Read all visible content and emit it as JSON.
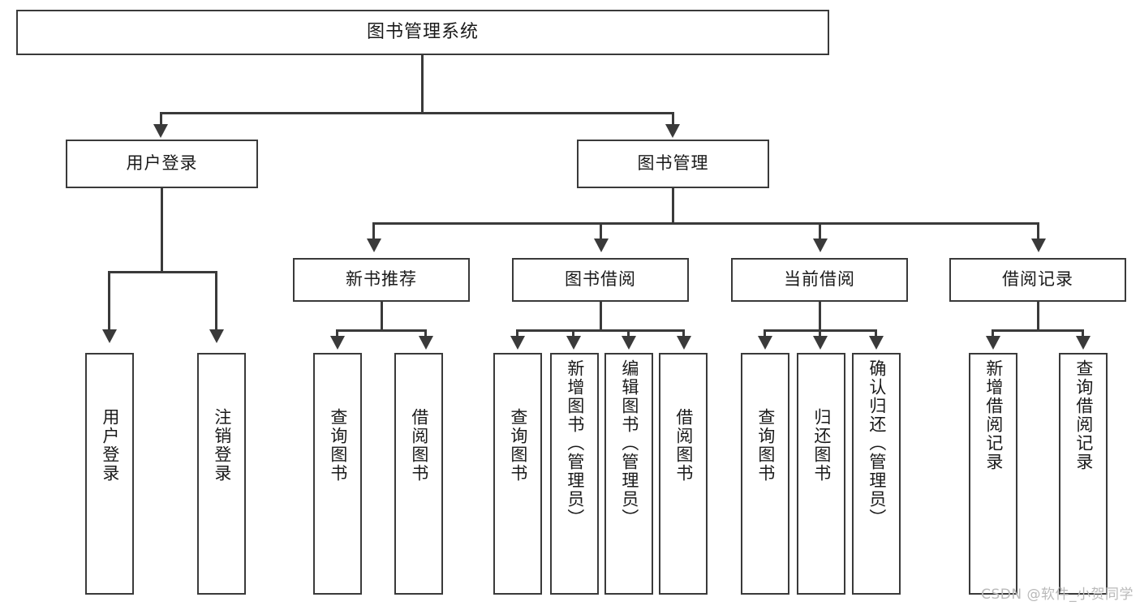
{
  "diagram": {
    "title": "图书管理系统",
    "watermark": "CSDN @软件_小贺同学",
    "root": {
      "label": "图书管理系统"
    },
    "level2": [
      {
        "label": "用户登录"
      },
      {
        "label": "图书管理"
      }
    ],
    "level3": [
      {
        "label": "新书推荐"
      },
      {
        "label": "图书借阅"
      },
      {
        "label": "当前借阅"
      },
      {
        "label": "借阅记录"
      }
    ],
    "leaves": {
      "user_login": [
        {
          "label": "用户登录"
        },
        {
          "label": "注销登录"
        }
      ],
      "new_book": [
        {
          "label": "查询图书"
        },
        {
          "label": "借阅图书"
        }
      ],
      "book_borrow": [
        {
          "label": "查询图书"
        },
        {
          "label": "新增图书（管理员）"
        },
        {
          "label": "编辑图书（管理员）"
        },
        {
          "label": "借阅图书"
        }
      ],
      "current_borrow": [
        {
          "label": "查询图书"
        },
        {
          "label": "归还图书"
        },
        {
          "label": "确认归还（管理员）"
        }
      ],
      "borrow_record": [
        {
          "label": "新增借阅记录"
        },
        {
          "label": "查询借阅记录"
        }
      ]
    },
    "colors": {
      "stroke": "#3a3a3a",
      "background": "#ffffff",
      "text": "#1a1a1a",
      "watermark": "#b9b9b9"
    }
  }
}
